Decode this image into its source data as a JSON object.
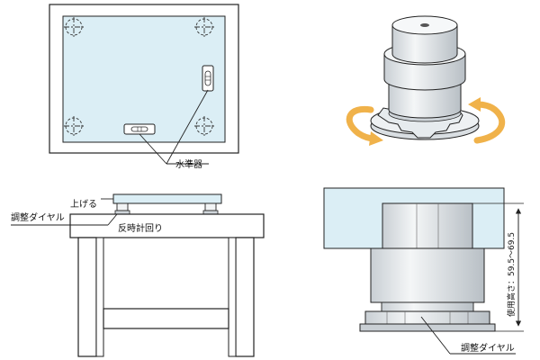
{
  "labels": {
    "level": "水準器",
    "raise": "上げる",
    "dial_left": "調整ダイヤル",
    "counterclockwise": "反時計回り",
    "dial_right": "調整ダイヤル",
    "usable_height": "使用高さ：59.5～69.5"
  },
  "colors": {
    "plate_fill": "#dbeef5",
    "line": "#222222",
    "arrow": "#f0b24a",
    "metal": "#e8ecef"
  },
  "icons": {
    "rotate_left": "rotate-arrow-icon",
    "rotate_right": "rotate-arrow-icon",
    "bubble_level": "bubble-level-icon"
  }
}
